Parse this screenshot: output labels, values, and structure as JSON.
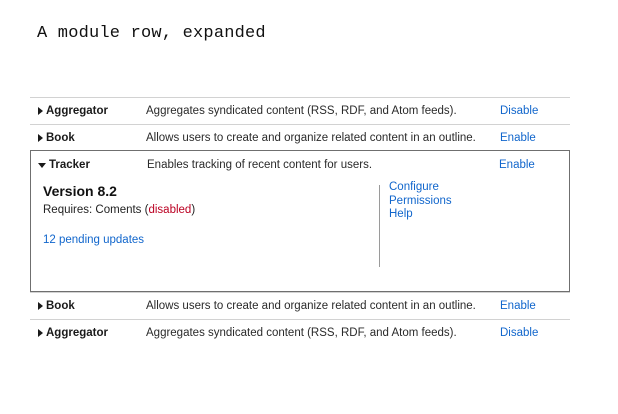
{
  "page": {
    "title": "A module row, expanded"
  },
  "colors": {
    "link": "#1166cc",
    "disabled_red": "#bb0022",
    "row_border": "#d2d2d2",
    "expanded_border": "#6f6f6f",
    "text": "#202020"
  },
  "table": {
    "rows": [
      {
        "name": "Aggregator",
        "description": "Aggregates syndicated content (RSS, RDF, and Atom feeds).",
        "action": "Disable",
        "toggle_icon": "triangle-right-icon",
        "expanded": false
      },
      {
        "name": "Book",
        "description": "Allows users to create and organize related content in an outline.",
        "action": "Enable",
        "toggle_icon": "triangle-right-icon",
        "expanded": false
      },
      {
        "name": "Tracker",
        "description": "Enables tracking of recent content for users.",
        "action": "Enable",
        "toggle_icon": "triangle-down-icon",
        "expanded": true,
        "details": {
          "version": "Version 8.2",
          "requires_label": "Requires: Coments (",
          "requires_status": "disabled",
          "requires_suffix": ")",
          "pending_updates": "12 pending updates",
          "links": [
            "Configure",
            "Permissions",
            "Help"
          ]
        }
      },
      {
        "name": "Book",
        "description": "Allows users to create and organize related content in an outline.",
        "action": "Enable",
        "toggle_icon": "triangle-right-icon",
        "expanded": false
      },
      {
        "name": "Aggregator",
        "description": "Aggregates syndicated content (RSS, RDF, and Atom feeds).",
        "action": "Disable",
        "toggle_icon": "triangle-right-icon",
        "expanded": false
      }
    ]
  }
}
